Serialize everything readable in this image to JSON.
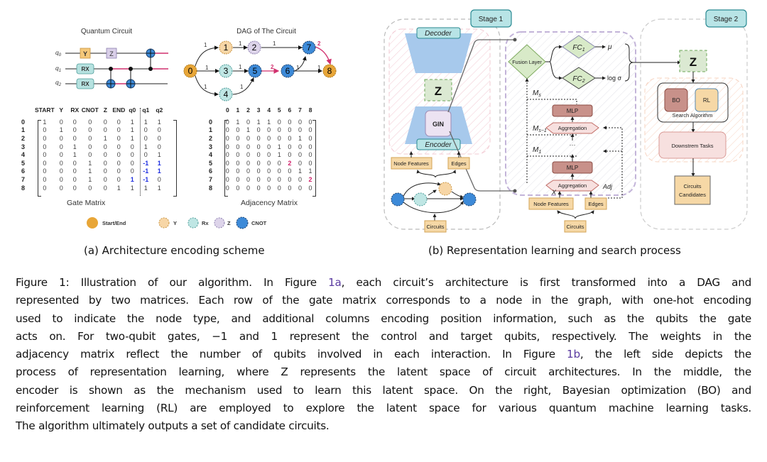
{
  "panel_a": {
    "circuit_title": "Quantum Circuit",
    "qubits": [
      "q0",
      "q1",
      "q2"
    ],
    "gates": {
      "y": "Y",
      "z": "Z",
      "rx1": "RX",
      "rx2": "RX"
    },
    "dag_title": "DAG of The Circuit",
    "dag_nodes": [
      "0",
      "1",
      "2",
      "3",
      "4",
      "5",
      "6",
      "7",
      "8"
    ],
    "dag_edge_labels": {
      "e01": "1",
      "e03": "1",
      "e04": "1",
      "e12": "1",
      "e27": "1",
      "e35": "1",
      "e45": "1",
      "e56": "2",
      "e67": "1",
      "e68": "1",
      "e78": "2"
    },
    "gate_matrix": {
      "headers": [
        "START",
        "Y",
        "RX",
        "CNOT",
        "Z",
        "END",
        "q0",
        "q1",
        "q2"
      ],
      "row_labels": [
        "0",
        "1",
        "2",
        "3",
        "4",
        "5",
        "6",
        "7",
        "8"
      ],
      "rows": [
        [
          "1",
          "0",
          "0",
          "0",
          "0",
          "0",
          "1",
          "1",
          "1"
        ],
        [
          "0",
          "1",
          "0",
          "0",
          "0",
          "0",
          "1",
          "0",
          "0"
        ],
        [
          "0",
          "0",
          "0",
          "0",
          "1",
          "0",
          "1",
          "0",
          "0"
        ],
        [
          "0",
          "0",
          "1",
          "0",
          "0",
          "0",
          "0",
          "1",
          "0"
        ],
        [
          "0",
          "0",
          "1",
          "0",
          "0",
          "0",
          "0",
          "0",
          "1"
        ],
        [
          "0",
          "0",
          "0",
          "1",
          "0",
          "0",
          "0",
          "-1",
          "1"
        ],
        [
          "0",
          "0",
          "0",
          "1",
          "0",
          "0",
          "0",
          "-1",
          "1"
        ],
        [
          "0",
          "0",
          "0",
          "1",
          "0",
          "0",
          "1",
          "-1",
          "0"
        ],
        [
          "0",
          "0",
          "0",
          "0",
          "0",
          "1",
          "1",
          "1",
          "1"
        ]
      ],
      "title": "Gate Matrix"
    },
    "adjacency_matrix": {
      "headers": [
        "0",
        "1",
        "2",
        "3",
        "4",
        "5",
        "6",
        "7",
        "8"
      ],
      "row_labels": [
        "0",
        "1",
        "2",
        "3",
        "4",
        "5",
        "6",
        "7",
        "8"
      ],
      "rows": [
        [
          "0",
          "1",
          "0",
          "1",
          "1",
          "0",
          "0",
          "0",
          "0"
        ],
        [
          "0",
          "0",
          "1",
          "0",
          "0",
          "0",
          "0",
          "0",
          "0"
        ],
        [
          "0",
          "0",
          "0",
          "0",
          "0",
          "0",
          "0",
          "1",
          "0"
        ],
        [
          "0",
          "0",
          "0",
          "0",
          "0",
          "1",
          "0",
          "0",
          "0"
        ],
        [
          "0",
          "0",
          "0",
          "0",
          "0",
          "1",
          "0",
          "0",
          "0"
        ],
        [
          "0",
          "0",
          "0",
          "0",
          "0",
          "0",
          "2",
          "0",
          "0"
        ],
        [
          "0",
          "0",
          "0",
          "0",
          "0",
          "0",
          "0",
          "1",
          "1"
        ],
        [
          "0",
          "0",
          "0",
          "0",
          "0",
          "0",
          "0",
          "0",
          "2"
        ],
        [
          "0",
          "0",
          "0",
          "0",
          "0",
          "0",
          "0",
          "0",
          "0"
        ]
      ],
      "title": "Adjacency Matrix"
    },
    "legend": [
      "Start/End",
      "Y",
      "Rx",
      "Z",
      "CNOT"
    ],
    "caption": "(a) Architecture encoding scheme"
  },
  "panel_b": {
    "stage1": "Stage 1",
    "stage2": "Stage 2",
    "decoder": "Decoder",
    "encoder": "Encoder",
    "z": "Z",
    "gin": "GIN",
    "node_features": "Node Features",
    "edges": "Edges",
    "circuits": "Circuits",
    "fusion_layer": "Fusion Layer",
    "fc1": "FC",
    "fc1_sub": "1",
    "fc2": "FC",
    "fc2_sub": "2",
    "mu": "μ",
    "log_sigma": "log σ",
    "ms": "M",
    "ms_sub": "s",
    "ms1_sub": "s−1",
    "m1_sub": "1",
    "mlp": "MLP",
    "aggregation": "Aggregation",
    "dots": "···",
    "x": "X",
    "adj": "Adj",
    "bo": "BO",
    "rl": "RL",
    "search_algorithm": "Search Algorithm",
    "downstream": "Downstrem Tasks",
    "candidates_line1": "Circuits",
    "candidates_line2": "Candidates",
    "caption": "(b) Representation learning and search process"
  },
  "body": {
    "lines": [
      [
        "Figure 1: Illustration of our algorithm. In Figure ",
        "1a",
        ", each circuit’s architecture is first transformed into a DAG and"
      ],
      [
        "represented by two matrices. Each row of the gate matrix corresponds to a node in the graph, with one-hot encoding"
      ],
      [
        "used to indicate the node type, and additional columns encoding position information, such as the qubits the gate"
      ],
      [
        "acts on. For two-qubit gates, −1 and 1 represent the control and target qubits, respectively. The weights in the"
      ],
      [
        "adjacency matrix reflect the number of qubits involved in each interaction. In Figure ",
        "1b",
        ", the left side depicts the"
      ],
      [
        "process of representation learning, where Z represents the latent space of circuit architectures. In the middle, the"
      ],
      [
        "encoder is shown as the mechanism used to learn this latent space. On the right, Bayesian optimization (BO) and"
      ],
      [
        "reinforcement learning (RL) are employed to explore the latent space for various quantum machine learning tasks."
      ],
      [
        "The algorithm ultimately outputs a set of candidate circuits."
      ]
    ]
  }
}
